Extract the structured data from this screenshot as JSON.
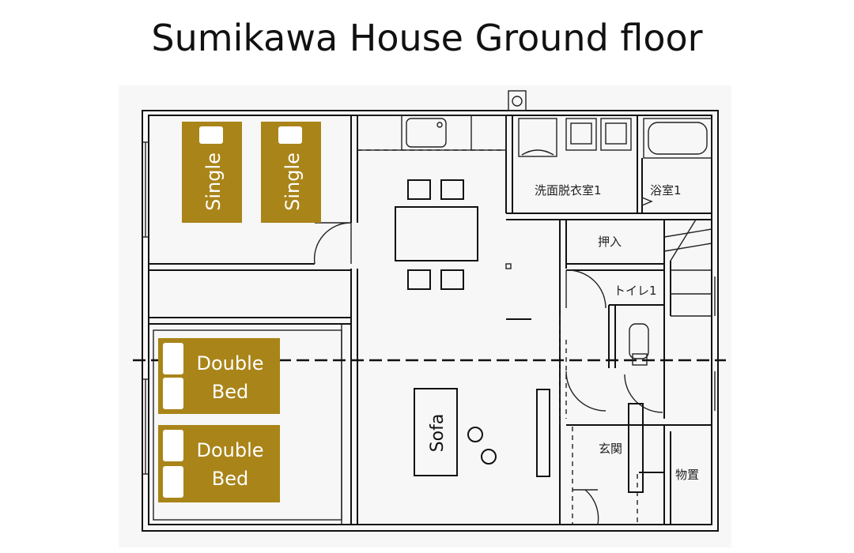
{
  "title": "Sumikawa House Ground floor",
  "colors": {
    "bed": "#a98418",
    "wall": "#111111",
    "background": "#ffffff"
  },
  "furniture": {
    "single_bed_1": "Single",
    "single_bed_2": "Single",
    "double_bed_1": {
      "line1": "Double",
      "line2": "Bed"
    },
    "double_bed_2": {
      "line1": "Double",
      "line2": "Bed"
    },
    "sofa": "Sofa"
  },
  "rooms": {
    "washroom": "洗面脱衣室1",
    "bathroom": "浴室1",
    "closet": "押入",
    "toilet": "トイレ1",
    "entrance": "玄関",
    "storage": "物置"
  }
}
